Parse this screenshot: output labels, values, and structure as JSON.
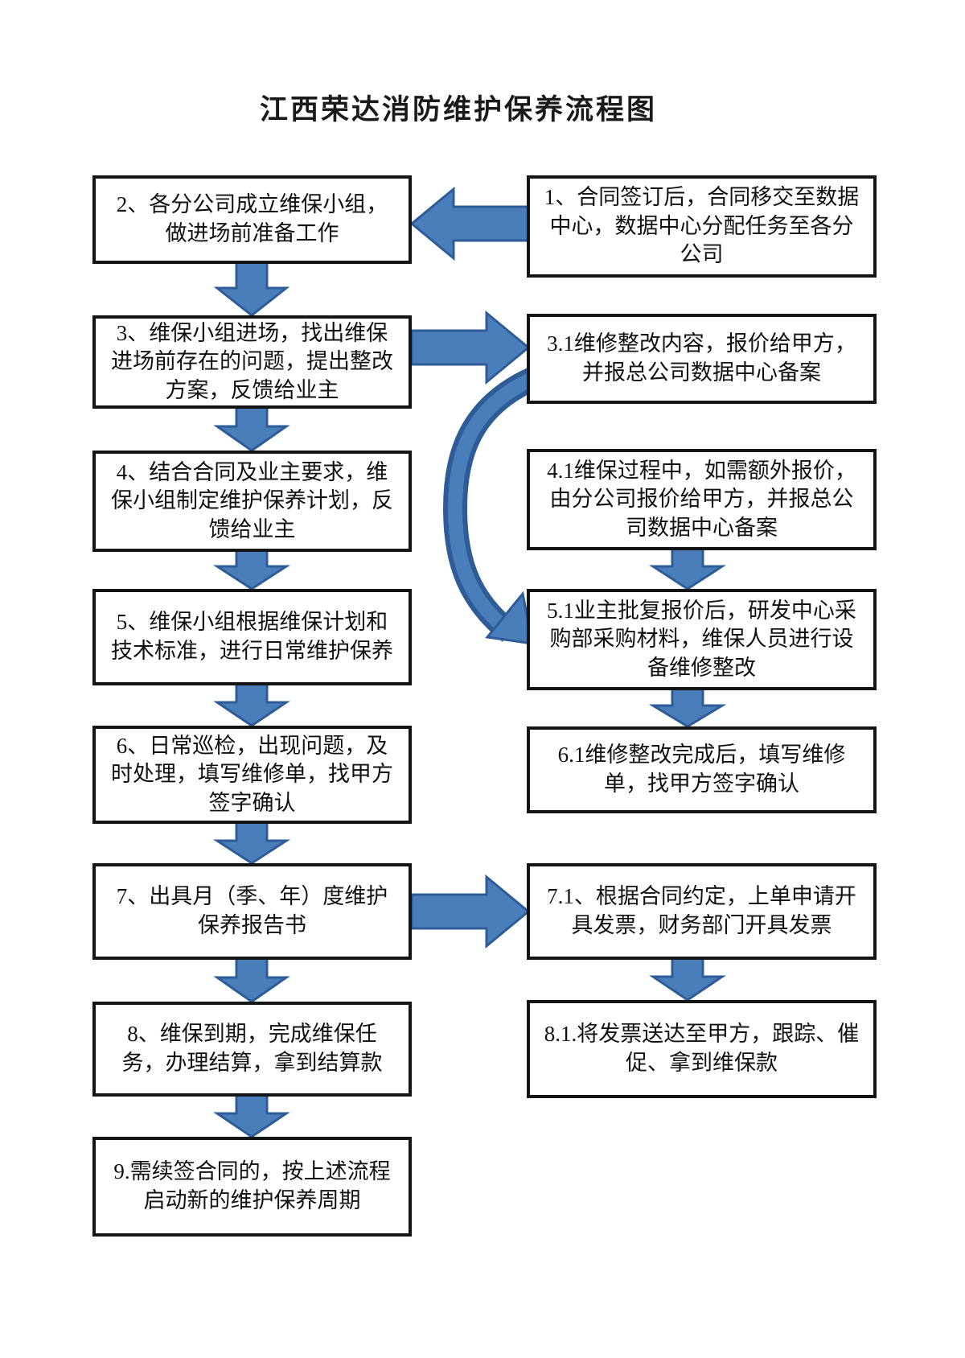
{
  "flowchart": {
    "title": "江西荣达消防维护保养流程图",
    "left_column": [
      {
        "id": "2",
        "text": "2、各分公司成立维保小组，做进场前准备工作"
      },
      {
        "id": "3",
        "text": "3、维保小组进场，找出维保进场前存在的问题，提出整改方案，反馈给业主"
      },
      {
        "id": "4",
        "text": "4、结合合同及业主要求，维保小组制定维护保养计划，反馈给业主"
      },
      {
        "id": "5",
        "text": "5、维保小组根据维保计划和技术标准，进行日常维护保养"
      },
      {
        "id": "6",
        "text": "6、日常巡检，出现问题，及时处理，填写维修单，找甲方签字确认"
      },
      {
        "id": "7",
        "text": "7、出具月（季、年）度维护保养报告书"
      },
      {
        "id": "8",
        "text": "8、维保到期，完成维保任务，办理结算，拿到结算款"
      },
      {
        "id": "9",
        "text": "9.需续签合同的，按上述流程启动新的维护保养周期"
      }
    ],
    "right_column": [
      {
        "id": "1",
        "text": "1、合同签订后，合同移交至数据中心，数据中心分配任务至各分公司"
      },
      {
        "id": "3.1",
        "text": "3.1维修整改内容，报价给甲方，并报总公司数据中心备案"
      },
      {
        "id": "4.1",
        "text": "4.1维保过程中，如需额外报价，由分公司报价给甲方，并报总公司数据中心备案"
      },
      {
        "id": "5.1",
        "text": "5.1业主批复报价后，研发中心采购部采购材料，维保人员进行设备维修整改"
      },
      {
        "id": "6.1",
        "text": "6.1维修整改完成后，填写维修单，找甲方签字确认"
      },
      {
        "id": "7.1",
        "text": "7.1、根据合同约定，上单申请开具发票，财务部门开具发票"
      },
      {
        "id": "8.1",
        "text": "8.1.将发票送达至甲方，跟踪、催促、拿到维保款"
      }
    ],
    "edges": [
      {
        "from": "1",
        "to": "2",
        "direction": "left"
      },
      {
        "from": "2",
        "to": "3",
        "direction": "down"
      },
      {
        "from": "3",
        "to": "3.1",
        "direction": "right"
      },
      {
        "from": "3.1",
        "to": "5.1",
        "direction": "curved-down"
      },
      {
        "from": "3",
        "to": "4",
        "direction": "down"
      },
      {
        "from": "4",
        "to": "5",
        "direction": "down"
      },
      {
        "from": "4.1",
        "to": "5.1",
        "direction": "down"
      },
      {
        "from": "5",
        "to": "6",
        "direction": "down"
      },
      {
        "from": "5.1",
        "to": "6.1",
        "direction": "down"
      },
      {
        "from": "6",
        "to": "7",
        "direction": "down"
      },
      {
        "from": "7",
        "to": "7.1",
        "direction": "right"
      },
      {
        "from": "7",
        "to": "8",
        "direction": "down"
      },
      {
        "from": "7.1",
        "to": "8.1",
        "direction": "down"
      },
      {
        "from": "8",
        "to": "9",
        "direction": "down"
      }
    ],
    "colors": {
      "arrow_fill": "#4a7ebb",
      "arrow_border": "#2d5c96",
      "box_border": "#141414",
      "box_background": "#ffffff",
      "text": "#111111"
    }
  }
}
